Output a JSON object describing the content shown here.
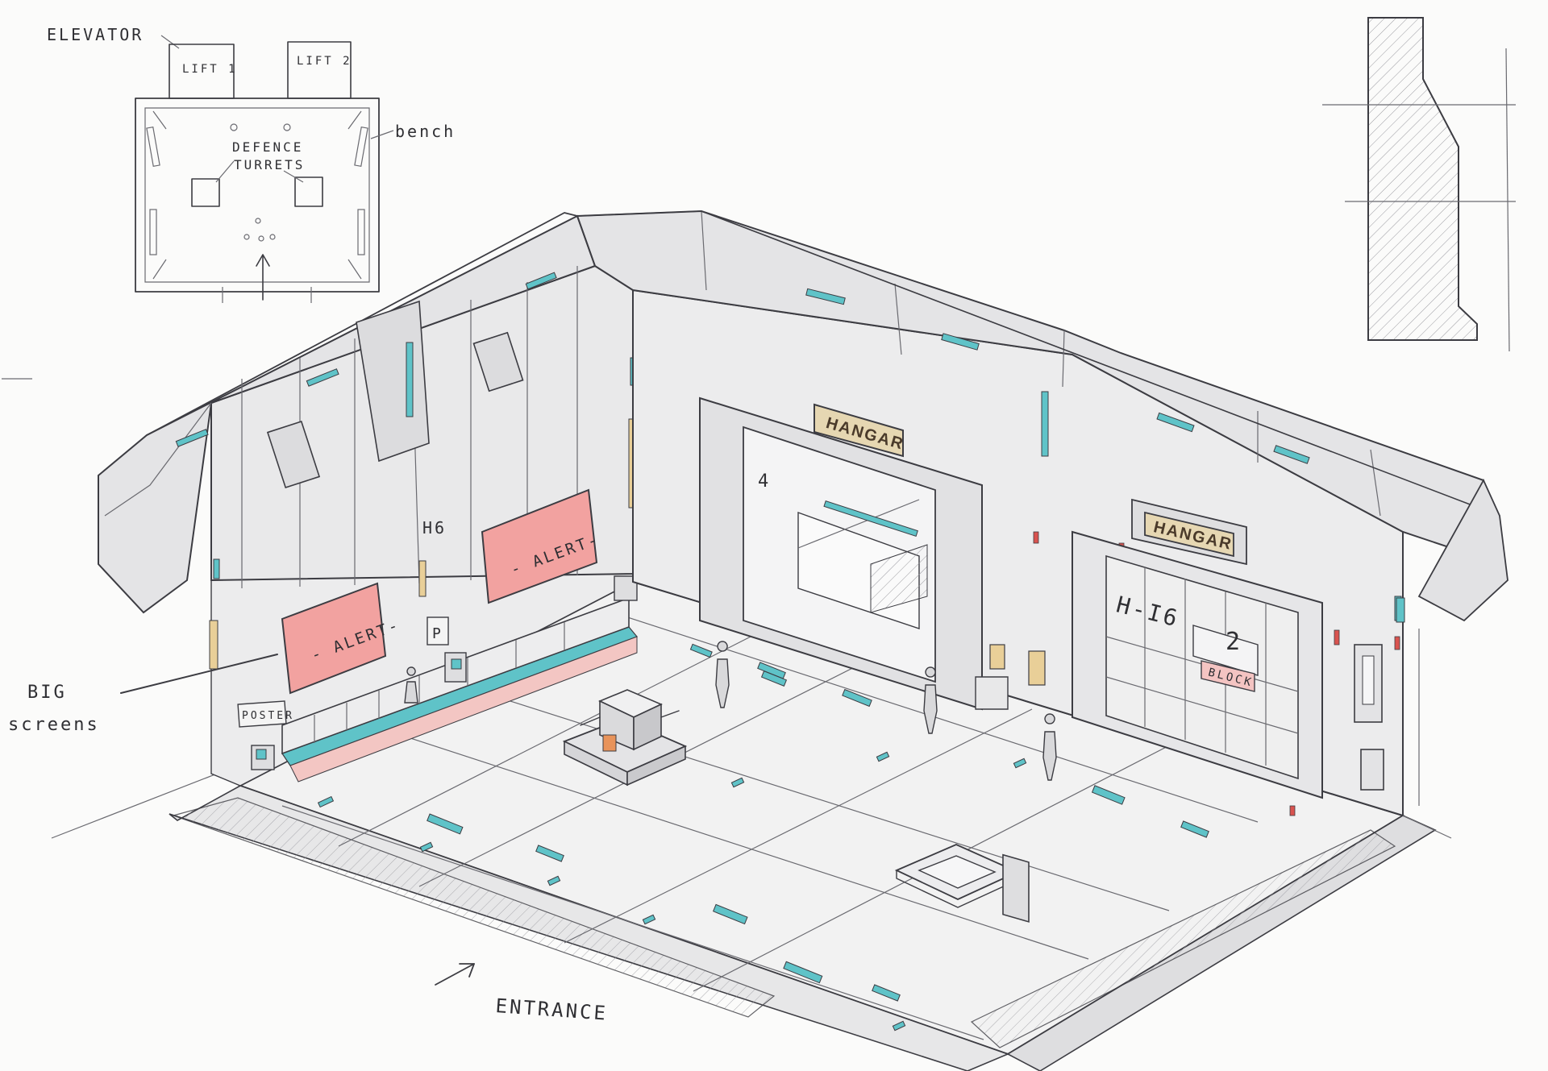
{
  "floorplan": {
    "elevator_label": "ELEVATOR",
    "lift1_label": "LIFT 1",
    "lift2_label": "LIFT 2",
    "bench_label": "bench",
    "turrets_label_line1": "DEFENCE",
    "turrets_label_line2": "TURRETS"
  },
  "room": {
    "alert_screen_1": "- ALERT-",
    "alert_screen_2": "- ALERT-",
    "poster_label": "POSTER",
    "pillar_code": "H6",
    "p_sign": "P",
    "hangar_sign_1": "HANGAR",
    "hangar_sign_2": "HANGAR",
    "door_code_left": "H-I6",
    "door_code_right": "2",
    "block_label": "BLOCK",
    "hangar_door_number": "4"
  },
  "annotations": {
    "big_screens_line1": "BIG",
    "big_screens_line2": "screens",
    "entrance_label": "ENTRANCE"
  },
  "colors": {
    "ink": "#3c3c42",
    "wall_fill": "#e9e9ea",
    "floor_fill": "#f2f2f2",
    "accent_teal": "#5fc3c8",
    "alert_red": "#f2a2a0",
    "sign_tan": "#e6d7b2",
    "light_amber": "#e9cf98",
    "status_green": "#4fae64",
    "status_red": "#d9534f"
  }
}
